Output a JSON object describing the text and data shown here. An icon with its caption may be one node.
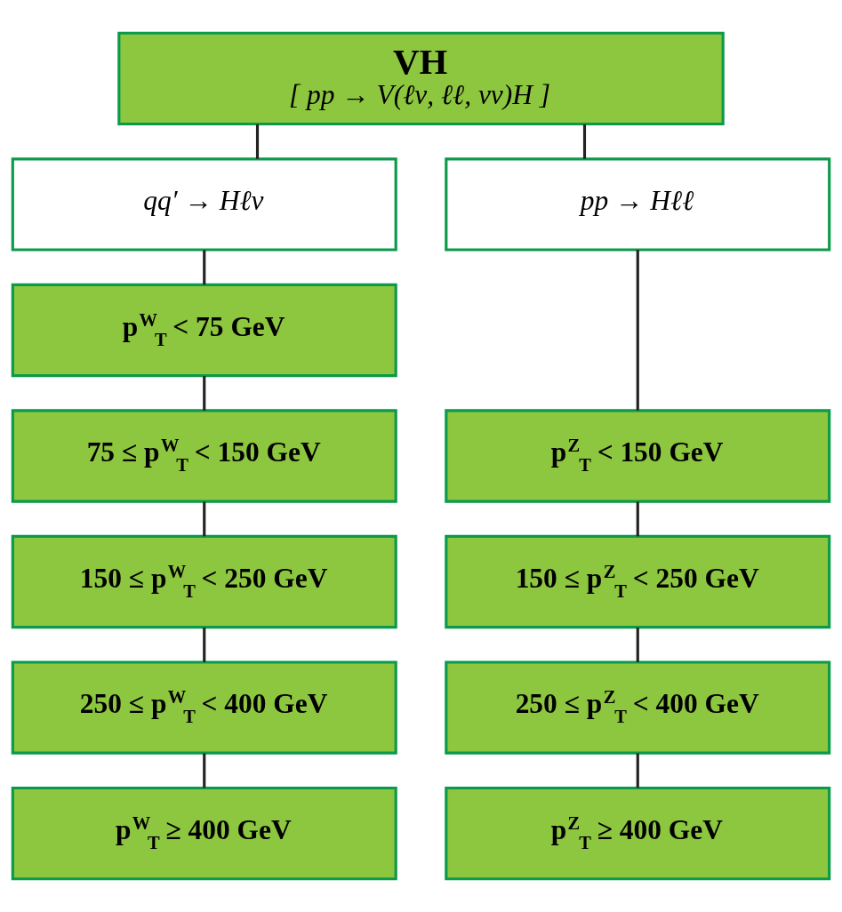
{
  "diagram": {
    "nodes": [
      {
        "text": [
          "VH",
          "[ pp → V(ℓν, ℓℓ, νν)H ]"
        ]
      },
      {
        "text": [
          "qq′ → Hℓν"
        ]
      },
      {
        "text": [
          "pp → Hℓℓ"
        ]
      },
      {
        "text": [
          "p$^{W}$$_{T}$ < 75 GeV"
        ]
      },
      {
        "text": [
          "75 ≤ p$^{W}$$_{T}$ < 150 GeV"
        ]
      },
      {
        "text": [
          "150 ≤ p$^{W}$$_{T}$ < 250 GeV"
        ]
      },
      {
        "text": [
          "250 ≤ p$^{W}$$_{T}$ < 400 GeV"
        ]
      },
      {
        "text": [
          "p$^{W}$$_{T}$ ≥ 400 GeV"
        ]
      },
      {
        "text": [
          "p$^{Z}$$_{T}$ < 150 GeV"
        ]
      },
      {
        "text": [
          "150 ≤ p$^{Z}$$_{T}$ < 250 GeV"
        ]
      },
      {
        "text": [
          "250 ≤ p$^{Z}$$_{T}$ < 400 GeV"
        ]
      },
      {
        "text": [
          "p$^{Z}$$_{T}$ ≥ 400 GeV"
        ]
      }
    ],
    "edges": [
      {
        "from": 0,
        "to": 1,
        "arrow": "none"
      },
      {
        "from": 0,
        "to": 2,
        "arrow": "none"
      },
      {
        "from": 1,
        "to": 3,
        "arrow": "none"
      },
      {
        "from": 3,
        "to": 4,
        "arrow": "none"
      },
      {
        "from": 4,
        "to": 5,
        "arrow": "none"
      },
      {
        "from": 5,
        "to": 6,
        "arrow": "none"
      },
      {
        "from": 6,
        "to": 7,
        "arrow": "none"
      },
      {
        "from": 2,
        "to": 8,
        "arrow": "none"
      },
      {
        "from": 8,
        "to": 9,
        "arrow": "none"
      },
      {
        "from": 9,
        "to": 10,
        "arrow": "none"
      },
      {
        "from": 10,
        "to": 11,
        "arrow": "none"
      }
    ]
  }
}
